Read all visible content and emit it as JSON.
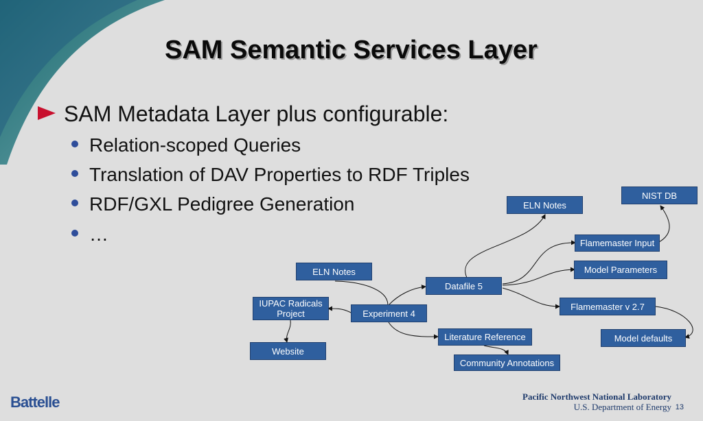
{
  "slide": {
    "title": "SAM Semantic Services Layer",
    "bullet_main": "SAM Metadata Layer plus configurable:",
    "sub_bullets": [
      "Relation-scoped Queries",
      "Translation of DAV Properties to RDF Triples",
      "RDF/GXL Pedigree Generation",
      "…"
    ],
    "footer": {
      "logo": "Battelle",
      "lab": "Pacific Northwest National Laboratory",
      "dept": "U.S. Department of Energy",
      "page": "13"
    }
  },
  "diagram": {
    "nodes": {
      "nist_db": "NIST DB",
      "eln_notes_1": "ELN Notes",
      "flamemaster_input": "Flamemaster Input",
      "model_parameters": "Model Parameters",
      "eln_notes_2": "ELN Notes",
      "datafile_5": "Datafile 5",
      "iupac": "IUPAC Radicals Project",
      "experiment_4": "Experiment 4",
      "flamemaster_v": "Flamemaster v 2.7",
      "model_defaults": "Model defaults",
      "literature": "Literature Reference",
      "website": "Website",
      "community": "Community Annotations"
    }
  },
  "colors": {
    "node_fill": "#2f5f9e",
    "bullet_arrow": "#c8102e",
    "sub_bullet": "#2e4d9a",
    "swoosh": "#1f6f74"
  }
}
